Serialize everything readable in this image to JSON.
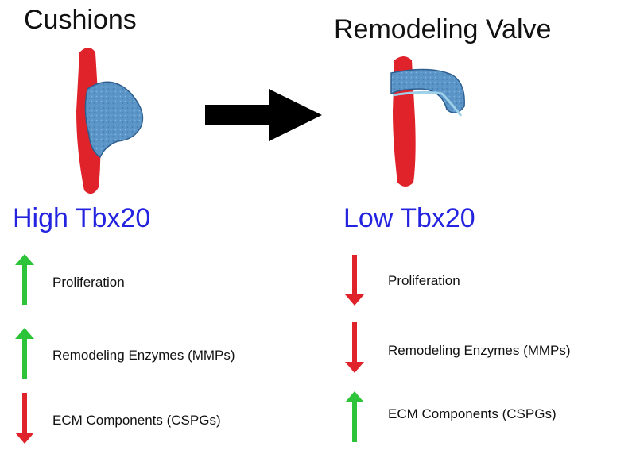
{
  "colors": {
    "vessel": "#e0222a",
    "cushion": "#5b95c7",
    "cushion_edge": "#2f5f8f",
    "transition_arrow": "#000000",
    "up_arrow": "#2ec43a",
    "down_arrow": "#e0222a",
    "level_text": "#2424e0"
  },
  "left": {
    "title": "Cushions",
    "level": "High Tbx20",
    "items": [
      {
        "label": "Proliferation",
        "direction": "up"
      },
      {
        "label": "Remodeling Enzymes (MMPs)",
        "direction": "up"
      },
      {
        "label": "ECM Components (CSPGs)",
        "direction": "down"
      }
    ]
  },
  "right": {
    "title": "Remodeling Valve",
    "level": "Low Tbx20",
    "items": [
      {
        "label": "Proliferation",
        "direction": "down"
      },
      {
        "label": "Remodeling Enzymes (MMPs)",
        "direction": "down"
      },
      {
        "label": "ECM Components (CSPGs)",
        "direction": "up"
      }
    ]
  }
}
